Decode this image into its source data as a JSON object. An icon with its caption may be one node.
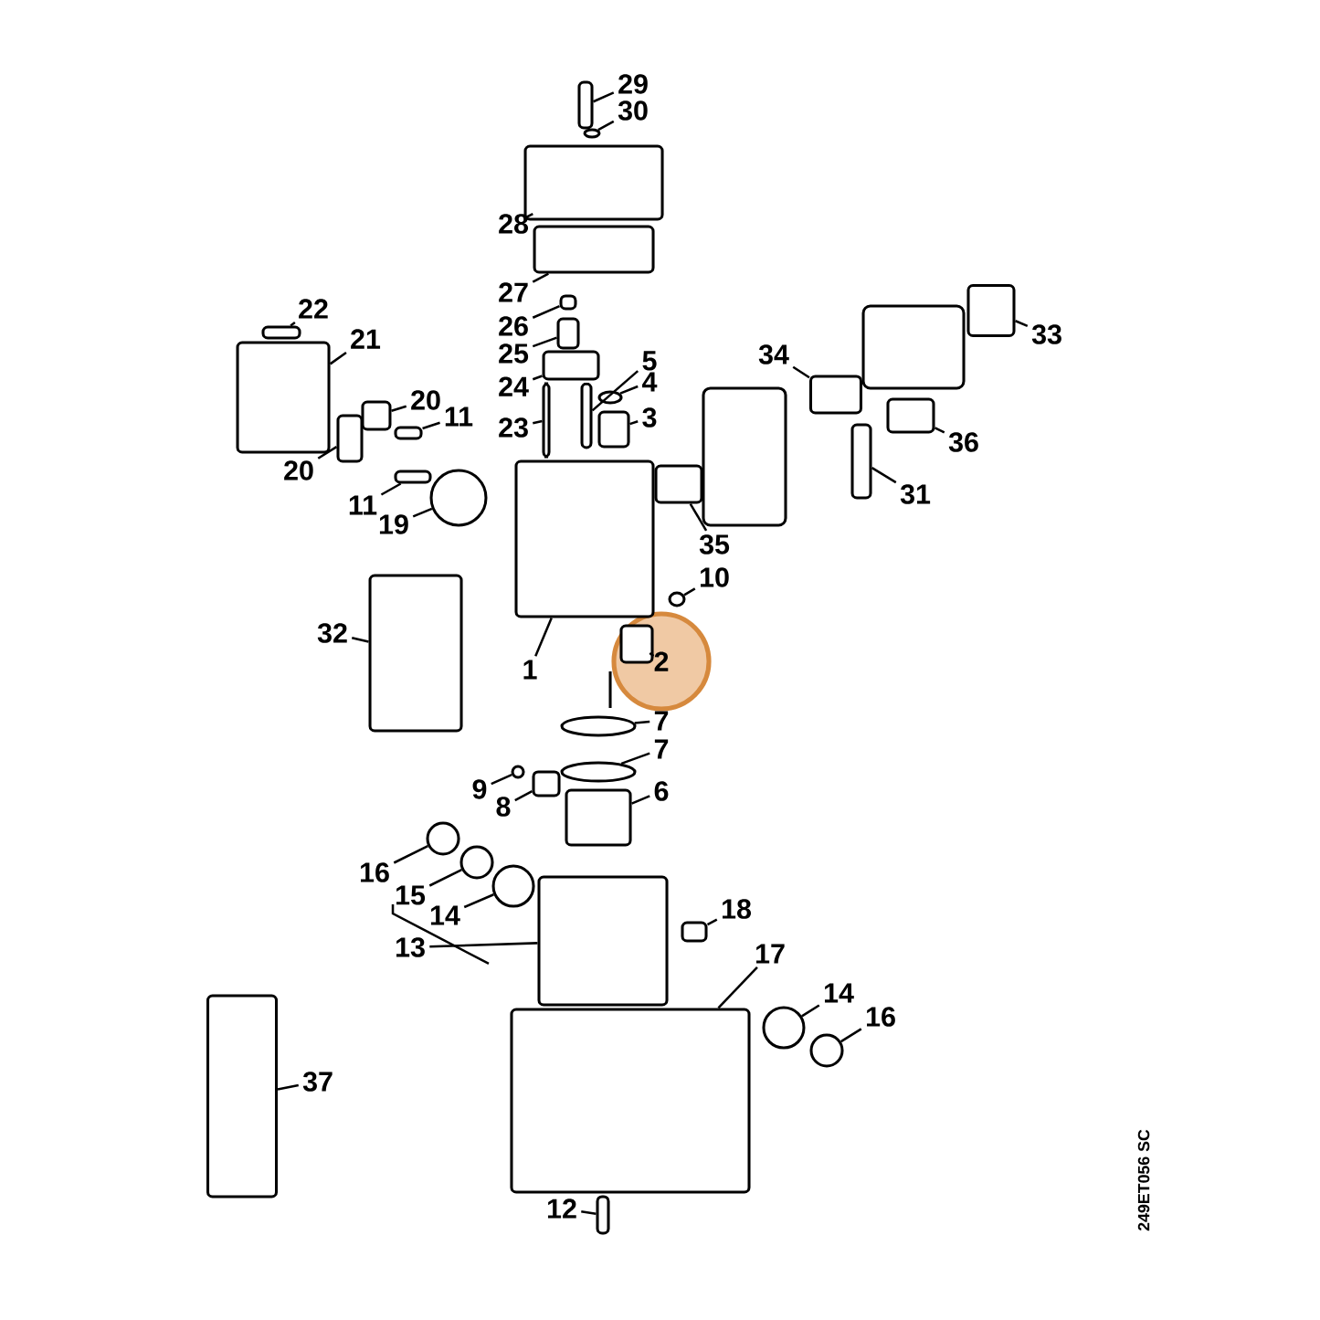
{
  "diagram": {
    "nodes": [
      {
        "text": [
          "29"
        ]
      },
      {
        "text": [],
        "shape": "box"
      },
      {
        "text": [
          "30"
        ]
      },
      {
        "text": [],
        "shape": "ellipse"
      },
      {
        "text": [
          "28"
        ]
      },
      {
        "text": [],
        "shape": "box"
      },
      {
        "text": [
          "27"
        ]
      },
      {
        "text": [],
        "shape": "box"
      },
      {
        "text": [
          "26"
        ]
      },
      {
        "text": [],
        "shape": "box"
      },
      {
        "text": [
          "25"
        ]
      },
      {
        "text": [],
        "shape": "box"
      },
      {
        "text": [
          "24"
        ]
      },
      {
        "text": [],
        "shape": "box"
      },
      {
        "text": [
          "5"
        ]
      },
      {
        "text": [],
        "shape": "box"
      },
      {
        "text": [
          "4"
        ]
      },
      {
        "text": [],
        "shape": "ellipse"
      },
      {
        "text": [
          "3"
        ]
      },
      {
        "text": [],
        "shape": "box"
      },
      {
        "text": [
          "23"
        ]
      },
      {
        "text": [],
        "shape": "box"
      },
      {
        "text": [
          "22"
        ]
      },
      {
        "text": [],
        "shape": "box"
      },
      {
        "text": [
          "21"
        ]
      },
      {
        "text": [],
        "shape": "box"
      },
      {
        "text": [
          "20"
        ]
      },
      {
        "text": [],
        "shape": "box"
      },
      {
        "text": [
          "11"
        ]
      },
      {
        "text": [],
        "shape": "box"
      },
      {
        "text": [
          "20"
        ]
      },
      {
        "text": [],
        "shape": "box"
      },
      {
        "text": [
          "11"
        ]
      },
      {
        "text": [],
        "shape": "box"
      },
      {
        "text": [
          "19"
        ]
      },
      {
        "text": [],
        "shape": "circle"
      },
      {
        "text": [
          "32"
        ]
      },
      {
        "text": [],
        "shape": "box"
      },
      {
        "text": [
          "1"
        ]
      },
      {
        "text": [],
        "shape": "box"
      },
      {
        "text": [
          "2"
        ]
      },
      {
        "text": [],
        "shape": "box"
      },
      {
        "text": [
          "10"
        ]
      },
      {
        "text": [],
        "shape": "ellipse"
      },
      {
        "text": [
          "35"
        ]
      },
      {
        "text": [],
        "shape": "box"
      },
      {
        "text": [
          "34"
        ]
      },
      {
        "text": [],
        "shape": "box"
      },
      {
        "text": [
          "33"
        ]
      },
      {
        "text": [],
        "shape": "box"
      },
      {
        "text": [
          "36"
        ]
      },
      {
        "text": [],
        "shape": "box"
      },
      {
        "text": [
          "31"
        ]
      },
      {
        "text": [],
        "shape": "box"
      },
      {
        "text": [
          "7"
        ]
      },
      {
        "text": [],
        "shape": "ellipse"
      },
      {
        "text": [
          "7"
        ]
      },
      {
        "text": [],
        "shape": "ellipse"
      },
      {
        "text": [
          "9"
        ]
      },
      {
        "text": [],
        "shape": "circle"
      },
      {
        "text": [
          "8"
        ]
      },
      {
        "text": [],
        "shape": "box"
      },
      {
        "text": [
          "6"
        ]
      },
      {
        "text": [],
        "shape": "box"
      },
      {
        "text": [
          "16"
        ]
      },
      {
        "text": [],
        "shape": "circle"
      },
      {
        "text": [
          "15"
        ]
      },
      {
        "text": [],
        "shape": "circle"
      },
      {
        "text": [
          "14"
        ]
      },
      {
        "text": [],
        "shape": "circle"
      },
      {
        "text": [
          "13"
        ]
      },
      {
        "text": [],
        "shape": "box"
      },
      {
        "text": [
          "18"
        ]
      },
      {
        "text": [],
        "shape": "box"
      },
      {
        "text": [
          "17"
        ]
      },
      {
        "text": [],
        "shape": "box"
      },
      {
        "text": [
          "14"
        ]
      },
      {
        "text": [],
        "shape": "circle"
      },
      {
        "text": [
          "16"
        ]
      },
      {
        "text": [],
        "shape": "circle"
      },
      {
        "text": [
          "37"
        ]
      },
      {
        "text": [],
        "shape": "box"
      },
      {
        "text": [
          "12"
        ]
      },
      {
        "text": [],
        "shape": "box"
      }
    ],
    "edges": [
      {
        "from": 0,
        "to": 1,
        "arrow": "none"
      },
      {
        "from": 2,
        "to": 3,
        "arrow": "none"
      },
      {
        "from": 4,
        "to": 5,
        "arrow": "none"
      },
      {
        "from": 6,
        "to": 7,
        "arrow": "none"
      },
      {
        "from": 8,
        "to": 9,
        "arrow": "none"
      },
      {
        "from": 10,
        "to": 11,
        "arrow": "none"
      },
      {
        "from": 12,
        "to": 13,
        "arrow": "none"
      },
      {
        "from": 14,
        "to": 15,
        "arrow": "none"
      },
      {
        "from": 16,
        "to": 17,
        "arrow": "none"
      },
      {
        "from": 18,
        "to": 19,
        "arrow": "none"
      },
      {
        "from": 20,
        "to": 21,
        "arrow": "none"
      },
      {
        "from": 22,
        "to": 23,
        "arrow": "none"
      },
      {
        "from": 24,
        "to": 25,
        "arrow": "none"
      },
      {
        "from": 26,
        "to": 27,
        "arrow": "none"
      },
      {
        "from": 28,
        "to": 29,
        "arrow": "none"
      },
      {
        "from": 30,
        "to": 31,
        "arrow": "none"
      },
      {
        "from": 32,
        "to": 33,
        "arrow": "none"
      },
      {
        "from": 34,
        "to": 35,
        "arrow": "none"
      },
      {
        "from": 36,
        "to": 37,
        "arrow": "none"
      },
      {
        "from": 38,
        "to": 39,
        "arrow": "none"
      },
      {
        "from": 40,
        "to": 41,
        "arrow": "none"
      },
      {
        "from": 42,
        "to": 43,
        "arrow": "none"
      },
      {
        "from": 44,
        "to": 45,
        "arrow": "none"
      },
      {
        "from": 46,
        "to": 47,
        "arrow": "none"
      },
      {
        "from": 48,
        "to": 49,
        "arrow": "none"
      },
      {
        "from": 50,
        "to": 51,
        "arrow": "none"
      },
      {
        "from": 52,
        "to": 53,
        "arrow": "none"
      },
      {
        "from": 54,
        "to": 55,
        "arrow": "none"
      },
      {
        "from": 56,
        "to": 57,
        "arrow": "none"
      },
      {
        "from": 58,
        "to": 59,
        "arrow": "none"
      },
      {
        "from": 60,
        "to": 61,
        "arrow": "none"
      },
      {
        "from": 62,
        "to": 63,
        "arrow": "none"
      },
      {
        "from": 64,
        "to": 65,
        "arrow": "none"
      },
      {
        "from": 66,
        "to": 67,
        "arrow": "none"
      },
      {
        "from": 68,
        "to": 69,
        "arrow": "none"
      },
      {
        "from": 70,
        "to": 71,
        "arrow": "none"
      },
      {
        "from": 72,
        "to": 73,
        "arrow": "none"
      },
      {
        "from": 74,
        "to": 75,
        "arrow": "none"
      },
      {
        "from": 76,
        "to": 77,
        "arrow": "none"
      },
      {
        "from": 78,
        "to": 79,
        "arrow": "none"
      },
      {
        "from": 80,
        "to": 81,
        "arrow": "none"
      },
      {
        "from": 82,
        "to": 83,
        "arrow": "none"
      }
    ],
    "labels": [
      "249ET056 SC"
    ]
  }
}
